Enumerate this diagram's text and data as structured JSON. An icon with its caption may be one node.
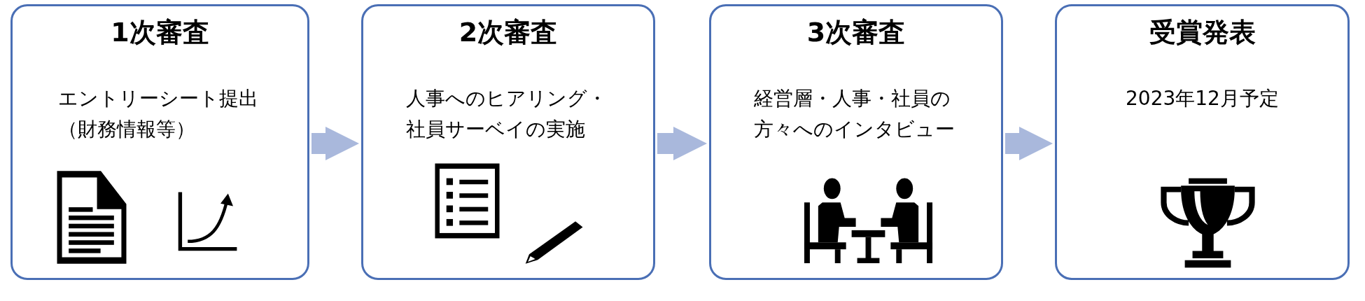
{
  "diagram": {
    "nodes": [
      {
        "text": [
          "1次審査",
          "エントリーシート提出（財務情報等）"
        ]
      },
      {
        "text": [
          "2次審査",
          "人事へのヒアリング・社員サーベイの実施"
        ]
      },
      {
        "text": [
          "3次審査",
          "経営層・人事・社員の方々へのインタビュー"
        ]
      },
      {
        "text": [
          "受賞発表",
          "2023年12月予定"
        ]
      }
    ],
    "edges": [
      {
        "from": 0,
        "to": 1,
        "arrow": "to"
      },
      {
        "from": 1,
        "to": 2,
        "arrow": "to"
      },
      {
        "from": 2,
        "to": 3,
        "arrow": "to"
      }
    ]
  }
}
